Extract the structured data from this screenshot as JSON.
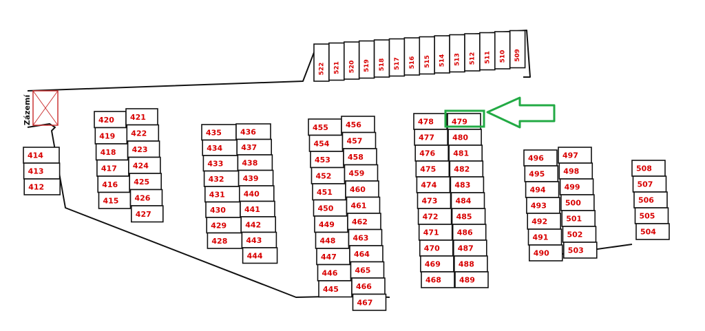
{
  "service_label": "Zázemí",
  "highlighted_spot": "479",
  "colors": {
    "number": "#d80000",
    "highlight": "#22aa44",
    "outline": "#111111",
    "service_box": "#cc3333"
  },
  "top_row": [
    "522",
    "521",
    "520",
    "519",
    "518",
    "517",
    "516",
    "515",
    "514",
    "513",
    "512",
    "511",
    "510",
    "509"
  ],
  "blocks": [
    {
      "left": [
        "414",
        "413",
        "412"
      ],
      "right": []
    },
    {
      "left": [
        "420",
        "419",
        "418",
        "417",
        "416",
        "415"
      ],
      "right": [
        "421",
        "422",
        "423",
        "424",
        "425",
        "426",
        "427"
      ]
    },
    {
      "left": [
        "435",
        "434",
        "433",
        "432",
        "431",
        "430",
        "429",
        "428"
      ],
      "right": [
        "436",
        "437",
        "438",
        "439",
        "440",
        "441",
        "442",
        "443",
        "444"
      ]
    },
    {
      "left": [
        "455",
        "454",
        "453",
        "452",
        "451",
        "450",
        "449",
        "448",
        "447",
        "446",
        "445"
      ],
      "right": [
        "456",
        "457",
        "458",
        "459",
        "460",
        "461",
        "462",
        "463",
        "464",
        "465",
        "466",
        "467"
      ]
    },
    {
      "left": [
        "478",
        "477",
        "476",
        "475",
        "474",
        "473",
        "472",
        "471",
        "470",
        "469",
        "468"
      ],
      "right": [
        "479",
        "480",
        "481",
        "482",
        "483",
        "484",
        "485",
        "486",
        "487",
        "488",
        "489"
      ]
    },
    {
      "left": [
        "496",
        "495",
        "494",
        "493",
        "492",
        "491",
        "490"
      ],
      "right": [
        "497",
        "498",
        "499",
        "500",
        "501",
        "502",
        "503"
      ]
    },
    {
      "left": [
        "508",
        "507",
        "506",
        "505",
        "504"
      ],
      "right": []
    }
  ]
}
